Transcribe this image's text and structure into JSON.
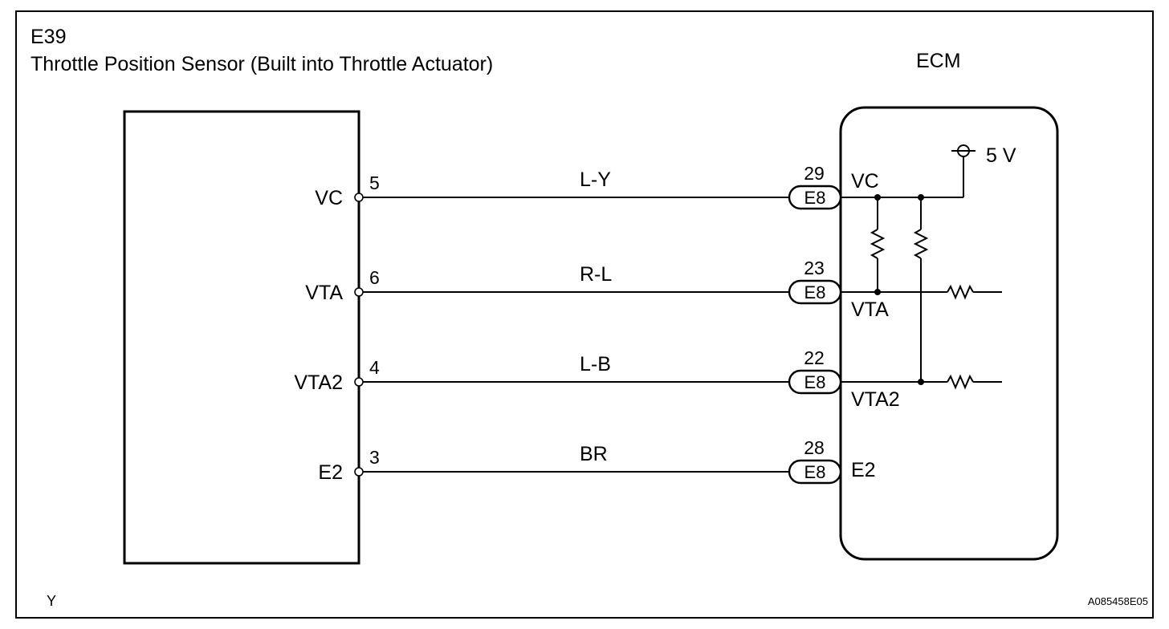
{
  "header": {
    "component_code": "E39",
    "component_name": "Throttle Position Sensor (Built into Throttle Actuator)"
  },
  "ecm": {
    "label": "ECM",
    "supply_label": "5 V"
  },
  "circuits": [
    {
      "sensor_terminal": "VC",
      "sensor_pin": "5",
      "wire_color": "L-Y",
      "ecm_pin": "29",
      "connector": "E8",
      "ecm_terminal": "VC"
    },
    {
      "sensor_terminal": "VTA",
      "sensor_pin": "6",
      "wire_color": "R-L",
      "ecm_pin": "23",
      "connector": "E8",
      "ecm_terminal": "VTA"
    },
    {
      "sensor_terminal": "VTA2",
      "sensor_pin": "4",
      "wire_color": "L-B",
      "ecm_pin": "22",
      "connector": "E8",
      "ecm_terminal": "VTA2"
    },
    {
      "sensor_terminal": "E2",
      "sensor_pin": "3",
      "wire_color": "BR",
      "ecm_pin": "28",
      "connector": "E8",
      "ecm_terminal": "E2"
    }
  ],
  "footer": {
    "left_mark": "Y",
    "figure_code": "A085458E05"
  }
}
